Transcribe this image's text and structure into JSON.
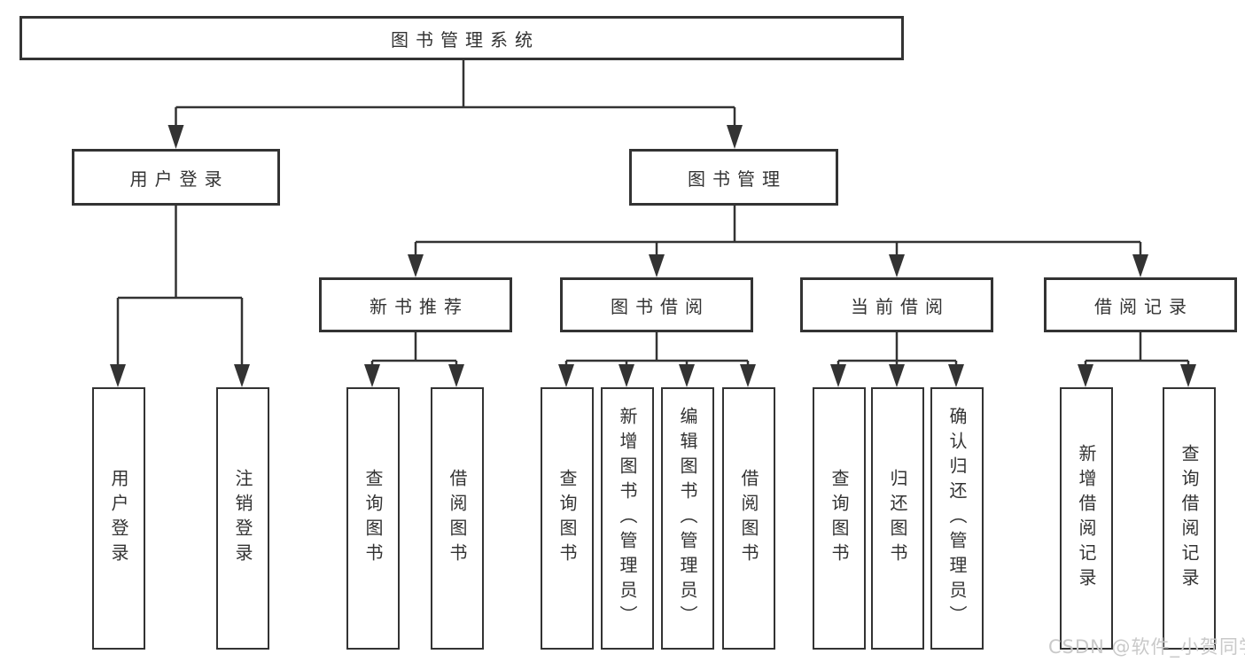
{
  "diagram": {
    "type": "hierarchy-tree",
    "tree": {
      "root": {
        "label": "图书管理系统"
      },
      "branches": [
        {
          "label": "用户登录",
          "leaves": [
            "用户登录",
            "注销登录"
          ]
        },
        {
          "label": "图书管理",
          "groups": [
            {
              "label": "新书推荐",
              "leaves": [
                "查询图书",
                "借阅图书"
              ]
            },
            {
              "label": "图书借阅",
              "leaves": [
                "查询图书",
                "新增图书（管理员）",
                "编辑图书（管理员）",
                "借阅图书"
              ]
            },
            {
              "label": "当前借阅",
              "leaves": [
                "查询图书",
                "归还图书",
                "确认归还（管理员）"
              ]
            },
            {
              "label": "借阅记录",
              "leaves": [
                "新增借阅记录",
                "查询借阅记录"
              ]
            }
          ]
        }
      ]
    },
    "colors": {
      "line": "#333333",
      "box_border": "#333333",
      "text": "#333333",
      "background": "#ffffff",
      "watermark": "#c9c9c9"
    }
  },
  "watermark": {
    "text": "CSDN @软件_小贺同学"
  }
}
